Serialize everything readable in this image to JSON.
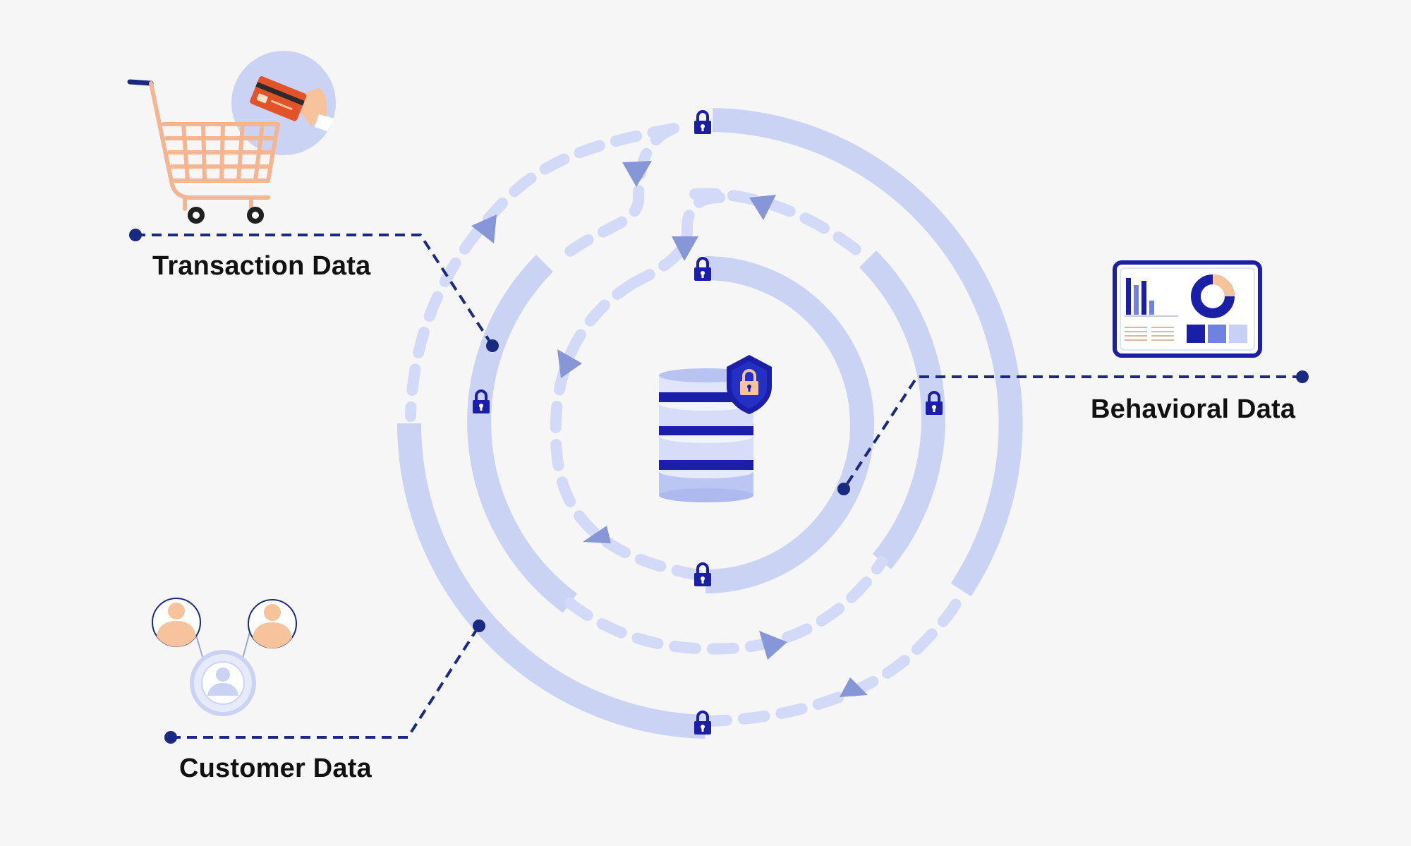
{
  "labels": {
    "transaction": "Transaction Data",
    "behavioral": "Behavioral Data",
    "customer": "Customer Data"
  },
  "colors": {
    "background": "#f6f6f7",
    "ring": "#cbd3f5",
    "dashed_ring": "#d3daf7",
    "arrow": "#8796d6",
    "navy": "#1a2a80",
    "lock": "#1b1fa8",
    "peach": "#f6c39c",
    "card_red": "#e2532a",
    "text": "#111111"
  },
  "icons": {
    "center": "secure-database-icon",
    "shield": "shield-lock-icon",
    "transaction": "shopping-cart-payment-icon",
    "behavioral": "analytics-dashboard-icon",
    "customer": "customer-network-icon",
    "lock": "padlock-icon",
    "arrow": "flow-arrow-icon"
  }
}
